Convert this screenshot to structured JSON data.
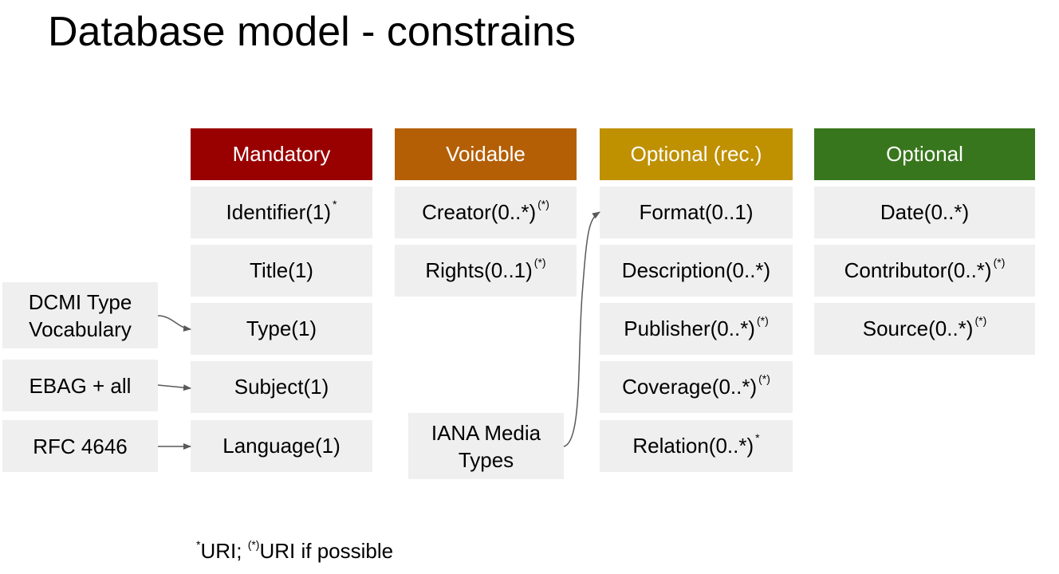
{
  "title": "Database model - constrains",
  "colors": {
    "mandatory": "#990000",
    "voidable": "#b45f06",
    "optional_rec": "#bf9000",
    "optional": "#38761d",
    "cell_bg": "#efefef",
    "arrow": "#595959"
  },
  "columns": {
    "mandatory": {
      "header": "Mandatory",
      "items": [
        {
          "label": "Identifier(1)",
          "sup": "*"
        },
        {
          "label": "Title(1)",
          "sup": ""
        },
        {
          "label": "Type(1)",
          "sup": ""
        },
        {
          "label": "Subject(1)",
          "sup": ""
        },
        {
          "label": "Language(1)",
          "sup": ""
        }
      ]
    },
    "voidable": {
      "header": "Voidable",
      "items": [
        {
          "label": "Creator(0..*)",
          "sup": "(*)"
        },
        {
          "label": "Rights(0..1)",
          "sup": "(*)"
        }
      ]
    },
    "optional_rec": {
      "header": "Optional (rec.)",
      "items": [
        {
          "label": "Format(0..1)",
          "sup": ""
        },
        {
          "label": "Description(0..*)",
          "sup": ""
        },
        {
          "label": "Publisher(0..*)",
          "sup": "(*)"
        },
        {
          "label": "Coverage(0..*)",
          "sup": "(*)"
        },
        {
          "label": "Relation(0..*)",
          "sup": "*"
        }
      ]
    },
    "optional": {
      "header": "Optional",
      "items": [
        {
          "label": "Date(0..*)",
          "sup": ""
        },
        {
          "label": "Contributor(0..*)",
          "sup": "(*)"
        },
        {
          "label": "Source(0..*)",
          "sup": "(*)"
        }
      ]
    }
  },
  "sources": {
    "dcmi": {
      "line1": "DCMI Type",
      "line2": "Vocabulary"
    },
    "ebag": "EBAG + all",
    "rfc": "RFC 4646",
    "iana": {
      "line1": "IANA Media",
      "line2": "Types"
    }
  },
  "footnote": {
    "sup1": "*",
    "text1": "URI; ",
    "sup2": "(*)",
    "text2": "URI if possible"
  }
}
